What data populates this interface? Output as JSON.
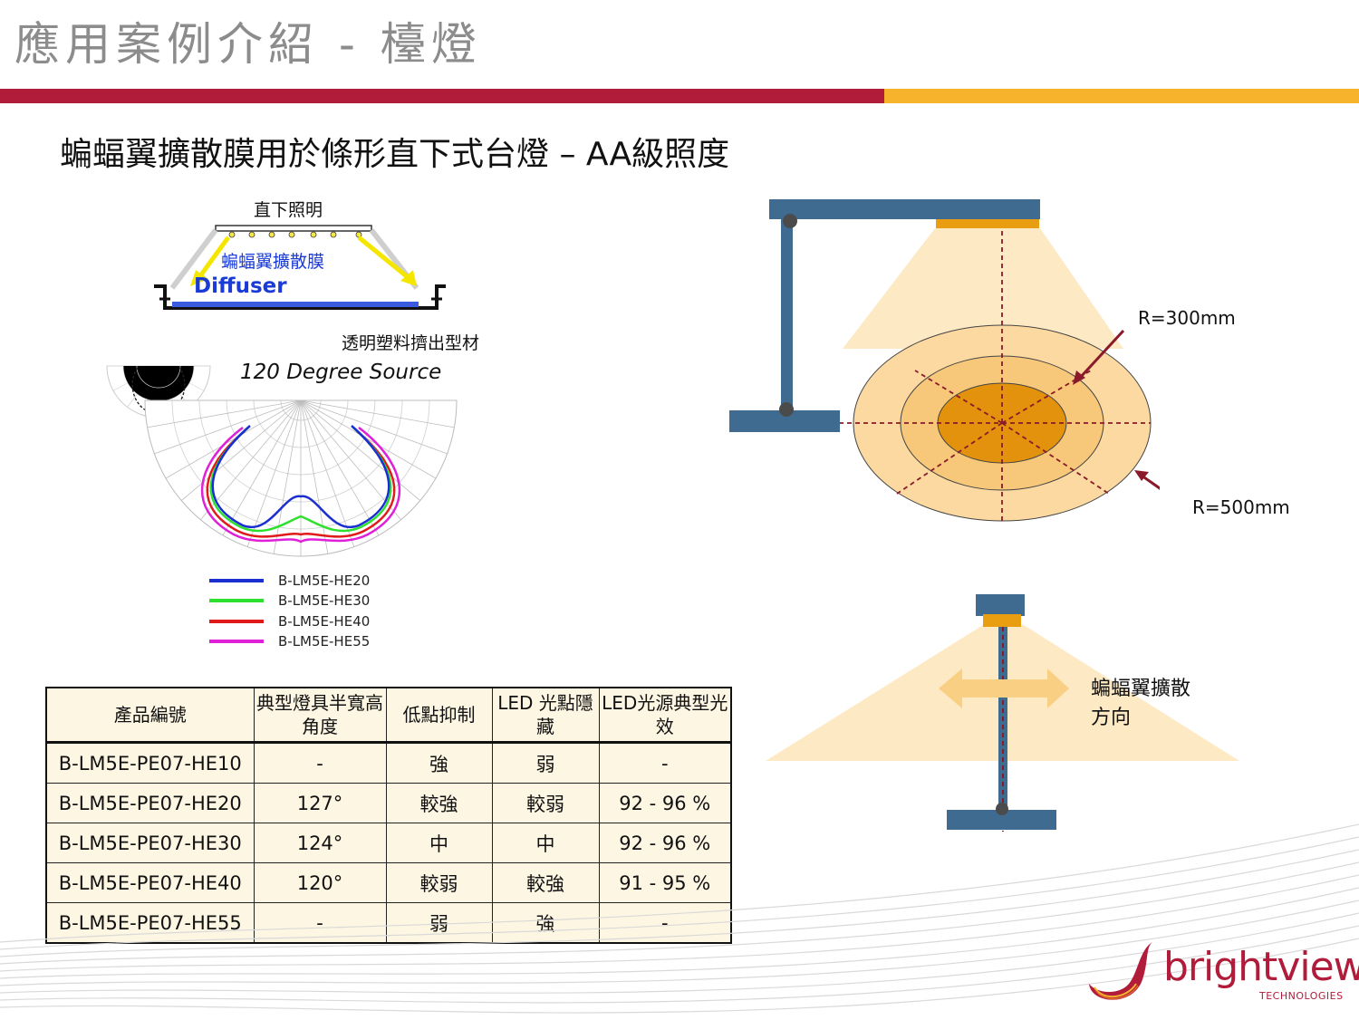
{
  "header": {
    "title": "應用案例介紹 - 檯燈",
    "accent_red": "#b01c3a",
    "accent_gold": "#f7b32b"
  },
  "subtitle": "蝙蝠翼擴散膜用於條形直下式台燈 – AA級照度",
  "left_diagram": {
    "top_label": "直下照明",
    "film_label": "蝙蝠翼擴散膜",
    "diffuser_label": "Diffuser",
    "extrusion_label": "透明塑料擠出型材",
    "source_label": "120 Degree Source"
  },
  "legend": [
    {
      "name": "B-LM5E-HE20",
      "color": "#1a2fd0"
    },
    {
      "name": "B-LM5E-HE30",
      "color": "#2ee02e"
    },
    {
      "name": "B-LM5E-HE40",
      "color": "#e01a1a"
    },
    {
      "name": "B-LM5E-HE55",
      "color": "#e020d8"
    }
  ],
  "lamp_diagram": {
    "r_inner": "R=300mm",
    "r_outer": "R=500mm",
    "spread_label": "蝙蝠翼擴散方向"
  },
  "table": {
    "headers": [
      "產品編號",
      "典型燈具半寬高角度",
      "低點抑制",
      "LED 光點隱藏",
      "LED光源典型光效"
    ],
    "rows": [
      [
        "B-LM5E-PE07-HE10",
        "-",
        "強",
        "弱",
        "-"
      ],
      [
        "B-LM5E-PE07-HE20",
        "127°",
        "較強",
        "較弱",
        "92 - 96 %"
      ],
      [
        "B-LM5E-PE07-HE30",
        "124°",
        "中",
        "中",
        "92 - 96 %"
      ],
      [
        "B-LM5E-PE07-HE40",
        "120°",
        "較弱",
        "較強",
        "91 - 95 %"
      ],
      [
        "B-LM5E-PE07-HE55",
        "-",
        "弱",
        "強",
        "-"
      ]
    ]
  },
  "logo": {
    "name": "brightview",
    "sub": "TECHNOLOGIES"
  }
}
